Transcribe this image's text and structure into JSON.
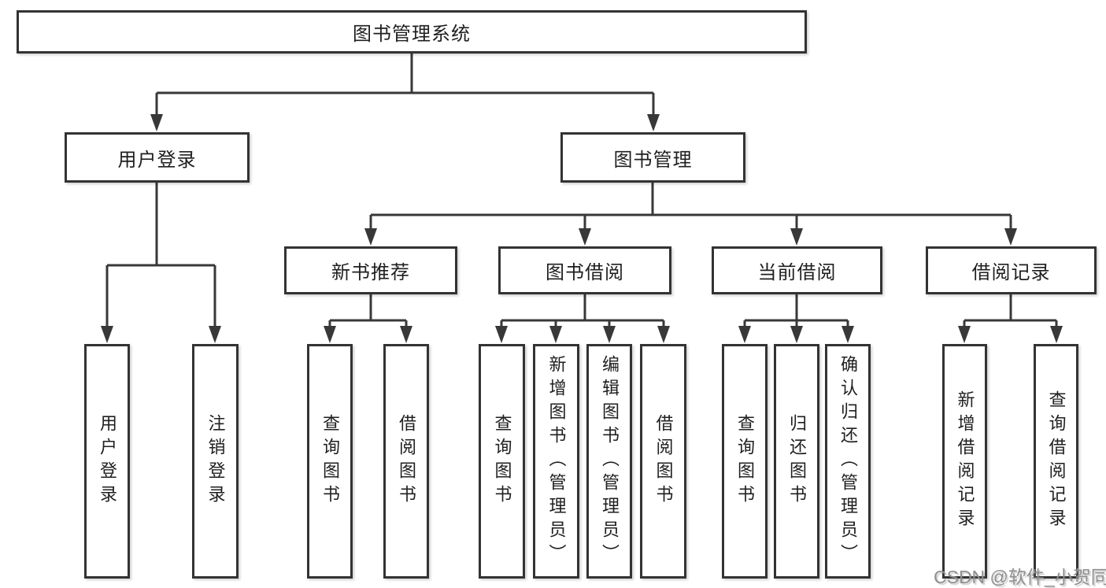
{
  "diagram": {
    "root": {
      "label": "图书管理系统"
    },
    "branches": {
      "user_login": {
        "label": "用户登录",
        "children": [
          {
            "label": "用户登录"
          },
          {
            "label": "注销登录"
          }
        ]
      },
      "book_management": {
        "label": "图书管理",
        "modules": [
          {
            "label": "新书推荐",
            "children": [
              {
                "label": "查询图书"
              },
              {
                "label": "借阅图书"
              }
            ]
          },
          {
            "label": "图书借阅",
            "children": [
              {
                "label": "查询图书"
              },
              {
                "label": "新增图书（管理员）"
              },
              {
                "label": "编辑图书（管理员）"
              },
              {
                "label": "借阅图书"
              }
            ]
          },
          {
            "label": "当前借阅",
            "children": [
              {
                "label": "查询图书"
              },
              {
                "label": "归还图书"
              },
              {
                "label": "确认归还（管理员）"
              }
            ]
          },
          {
            "label": "借阅记录",
            "children": [
              {
                "label": "新增借阅记录"
              },
              {
                "label": "查询借阅记录"
              }
            ]
          }
        ]
      }
    },
    "line_color": "#383838",
    "watermark": "CSDN @软件_小贺同学"
  }
}
